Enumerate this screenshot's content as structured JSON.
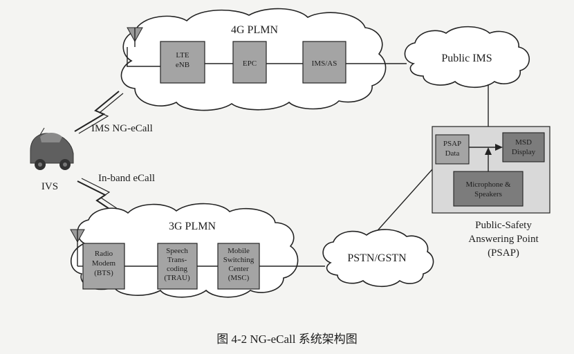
{
  "caption": "图 4-2   NG-eCall 系统架构图",
  "vehicle": {
    "label": "IVS"
  },
  "links": {
    "ims_ngecall": "IMS NG-eCall",
    "inband_ecall": "In-band eCall"
  },
  "clouds": {
    "plmn4g": {
      "title": "4G PLMN"
    },
    "plmn3g": {
      "title": "3G PLMN"
    },
    "public_ims": {
      "title": "Public IMS"
    },
    "pstn": {
      "title": "PSTN/GSTN"
    }
  },
  "boxes": {
    "lte": [
      "LTE",
      "eNB"
    ],
    "epc": [
      "EPC"
    ],
    "imsas": [
      "IMS/AS"
    ],
    "radio": [
      "Radio",
      "Modem",
      "(BTS)"
    ],
    "speech": [
      "Speech",
      "Trans-",
      "coding",
      "(TRAU)"
    ],
    "msc": [
      "Mobile",
      "Switching",
      "Center",
      "(MSC)"
    ],
    "psap_data": [
      "PSAP",
      "Data"
    ],
    "msd": [
      "MSD",
      "Display"
    ],
    "mic": [
      "Microphone &",
      "Speakers"
    ]
  },
  "psap": {
    "label": [
      "Public-Safety",
      "Answering Point",
      "(PSAP)"
    ]
  },
  "colors": {
    "box_fill": "#a4a4a4",
    "box_dark": "#7c7c7c",
    "panel_fill": "#d9d9d9",
    "line": "#222222",
    "background": "#f4f4f2"
  },
  "icons": [
    "antenna-icon",
    "lightning-icon",
    "car-icon"
  ]
}
